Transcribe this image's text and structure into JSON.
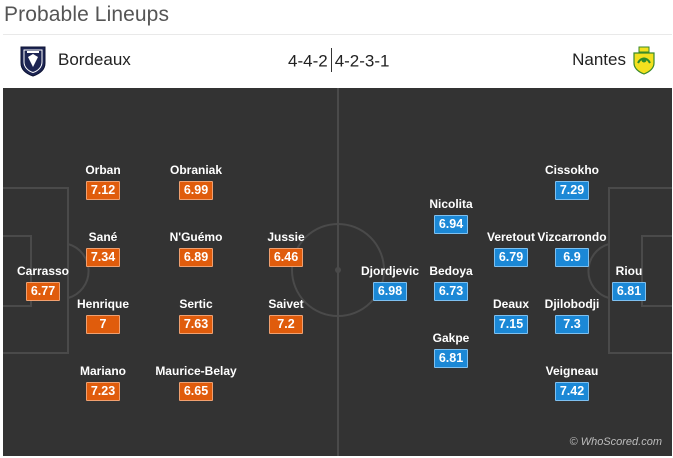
{
  "page_title": "Probable Lineups",
  "home": {
    "name": "Bordeaux",
    "formation": "4-4-2"
  },
  "away": {
    "name": "Nantes",
    "formation": "4-2-3-1"
  },
  "watermark": "© WhoScored.com",
  "colors": {
    "home_rating": "#e05c0c",
    "away_rating": "#1b88d6",
    "pitch": "#333333"
  },
  "home_players": [
    {
      "name": "Orban",
      "rating": "7.12"
    },
    {
      "name": "Obraniak",
      "rating": "6.99"
    },
    {
      "name": "Sané",
      "rating": "7.34"
    },
    {
      "name": "N'Guémo",
      "rating": "6.89"
    },
    {
      "name": "Jussie",
      "rating": "6.46"
    },
    {
      "name": "Carrasso",
      "rating": "6.77"
    },
    {
      "name": "Henrique",
      "rating": "7"
    },
    {
      "name": "Sertic",
      "rating": "7.63"
    },
    {
      "name": "Saivet",
      "rating": "7.2"
    },
    {
      "name": "Mariano",
      "rating": "7.23"
    },
    {
      "name": "Maurice-Belay",
      "rating": "6.65"
    }
  ],
  "away_players": [
    {
      "name": "Cissokho",
      "rating": "7.29"
    },
    {
      "name": "Nicolita",
      "rating": "6.94"
    },
    {
      "name": "Veretout",
      "rating": "6.79"
    },
    {
      "name": "Vizcarrondo",
      "rating": "6.9"
    },
    {
      "name": "Djordjevic",
      "rating": "6.98"
    },
    {
      "name": "Bedoya",
      "rating": "6.73"
    },
    {
      "name": "Riou",
      "rating": "6.81"
    },
    {
      "name": "Deaux",
      "rating": "7.15"
    },
    {
      "name": "Djilobodji",
      "rating": "7.3"
    },
    {
      "name": "Gakpe",
      "rating": "6.81"
    },
    {
      "name": "Veigneau",
      "rating": "7.42"
    }
  ]
}
